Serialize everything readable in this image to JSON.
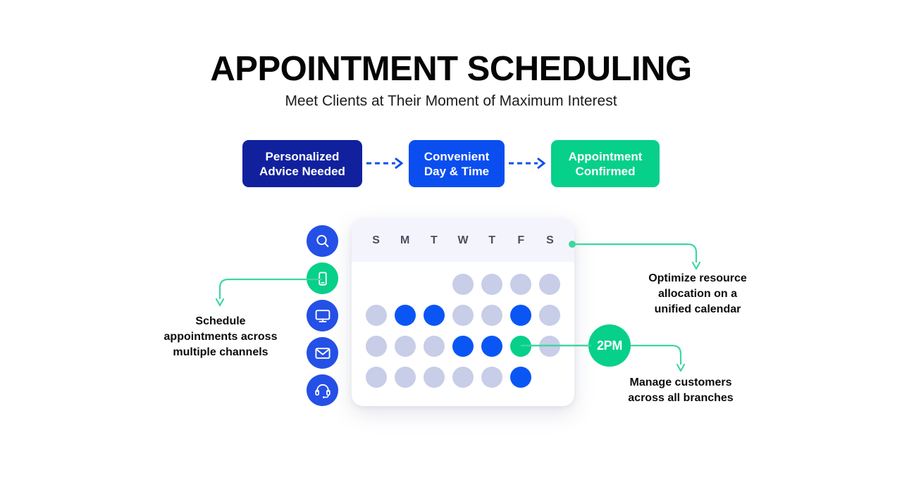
{
  "header": {
    "title": "APPOINTMENT SCHEDULING",
    "subtitle": "Meet Clients at Their Moment of Maximum Interest"
  },
  "flow": {
    "steps": [
      {
        "label": "Personalized\nAdvice Needed",
        "color": "#11219e"
      },
      {
        "label": "Convenient\nDay & Time",
        "color": "#0b4ef0"
      },
      {
        "label": "Appointment\nConfirmed",
        "color": "#07d08a"
      }
    ],
    "arrow_color": "#0b4ef0"
  },
  "calendar": {
    "day_headers": [
      "S",
      "M",
      "T",
      "W",
      "T",
      "F",
      "S"
    ],
    "grid": [
      [
        "empty",
        "empty",
        "empty",
        "light",
        "light",
        "light",
        "light"
      ],
      [
        "light",
        "blue",
        "blue",
        "light",
        "light",
        "blue",
        "light"
      ],
      [
        "light",
        "light",
        "light",
        "blue",
        "blue",
        "green",
        "light"
      ],
      [
        "light",
        "light",
        "light",
        "light",
        "light",
        "blue",
        "empty"
      ]
    ],
    "legend": {
      "light": "#c8cde8",
      "blue": "#0a56f5",
      "green": "#07d08a"
    },
    "header_background": "#f4f5fc",
    "card_background": "#ffffff"
  },
  "channels": [
    {
      "name": "search-icon",
      "circle_color": "#2450e6"
    },
    {
      "name": "mobile-icon",
      "circle_color": "#07d08a"
    },
    {
      "name": "desktop-icon",
      "circle_color": "#2450e6"
    },
    {
      "name": "email-icon",
      "circle_color": "#2450e6"
    },
    {
      "name": "headset-icon",
      "circle_color": "#2450e6"
    }
  ],
  "time_badge": {
    "label": "2PM",
    "color": "#07d08a"
  },
  "notes": {
    "left": "Schedule\nappointments across\nmultiple channels",
    "right": "Optimize resource\nallocation on a\nunified calendar",
    "bottom_right": "Manage customers\nacross all branches",
    "connector_color": "#3fd6a0"
  }
}
